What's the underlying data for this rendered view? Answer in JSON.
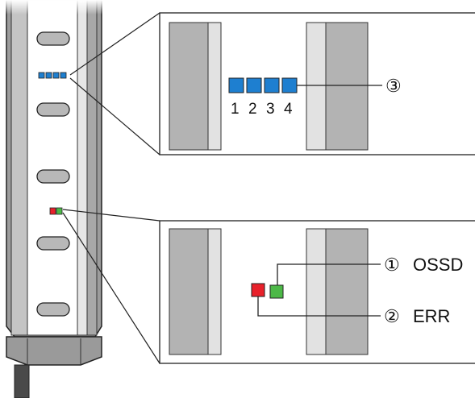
{
  "top_callout": {
    "led_numbers": [
      "1",
      "2",
      "3",
      "4"
    ],
    "marker": "③",
    "led_color": "#1e7fd0"
  },
  "bottom_callout": {
    "ossd": {
      "marker": "①",
      "label": "OSSD",
      "color": "#4cb847"
    },
    "err": {
      "marker": "②",
      "label": "ERR",
      "color": "#e8212b"
    }
  }
}
